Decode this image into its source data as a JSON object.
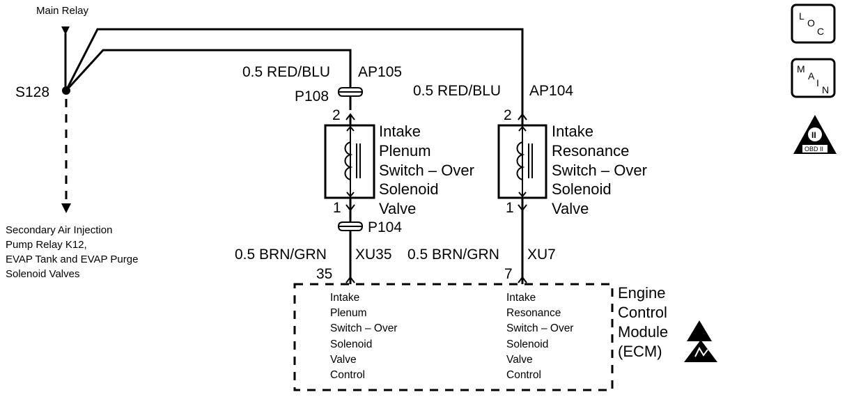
{
  "main_relay": "Main Relay",
  "splice": "S128",
  "feed_note": [
    "Secondary Air Injection",
    "Pump Relay K12,",
    "EVAP Tank and EVAP Purge",
    "Solenoid Valves"
  ],
  "left_circuit": {
    "wire_top": "0.5 RED/BLU",
    "circuit_top": "AP105",
    "connector_top": "P108",
    "pin_top": "2",
    "component": [
      "Intake",
      "Plenum",
      "Switch – Over",
      "Solenoid",
      "Valve"
    ],
    "pin_bottom": "1",
    "connector_bottom": "P104",
    "wire_bottom": "0.5 BRN/GRN",
    "circuit_bottom": "XU35",
    "ecm_pin": "35",
    "ecm_label": [
      "Intake",
      "Plenum",
      "Switch – Over",
      "Solenoid",
      "Valve",
      "Control"
    ]
  },
  "right_circuit": {
    "wire_top": "0.5 RED/BLU",
    "circuit_top": "AP104",
    "pin_top": "2",
    "component": [
      "Intake",
      "Resonance",
      "Switch – Over",
      "Solenoid",
      "Valve"
    ],
    "pin_bottom": "1",
    "wire_bottom": "0.5 BRN/GRN",
    "circuit_bottom": "XU7",
    "ecm_pin": "7",
    "ecm_label": [
      "Intake",
      "Resonance",
      "Switch – Over",
      "Solenoid",
      "Valve",
      "Control"
    ]
  },
  "ecm_name": [
    "Engine",
    "Control",
    "Module",
    "(ECM)"
  ],
  "badges": {
    "loc": [
      "L",
      "O",
      "C"
    ],
    "main": [
      "M",
      "A",
      "I",
      "N"
    ],
    "obd": "OBD II",
    "obd_mark": "II"
  },
  "icons": [
    "down-arrow-icon",
    "warning-triangle-icon",
    "esd-hand-icon",
    "obd-triangle-icon"
  ]
}
